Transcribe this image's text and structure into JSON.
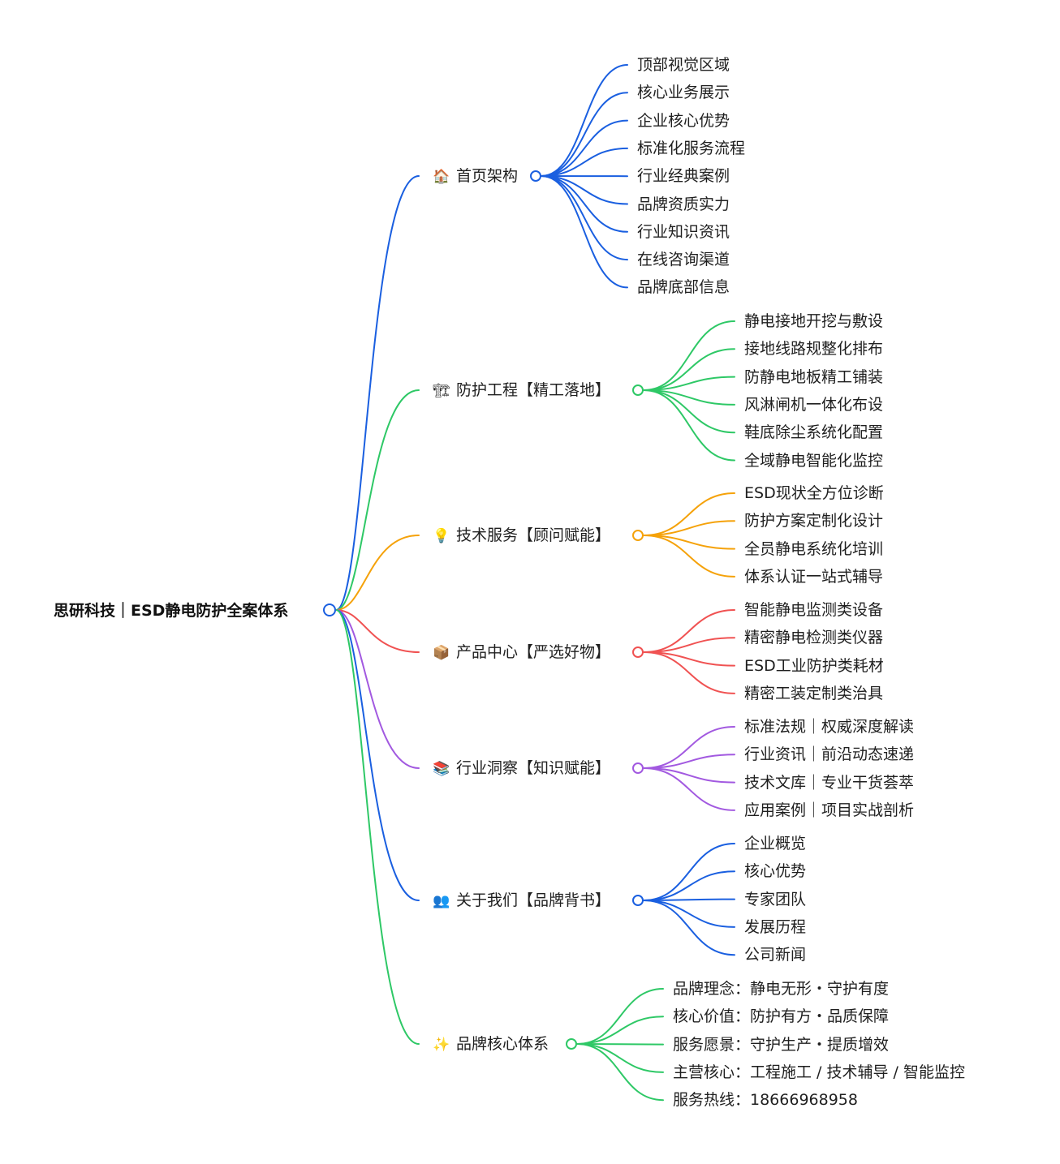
{
  "root": {
    "title": "思研科技｜ESD静电防护全案体系",
    "color": "#1a5fe0"
  },
  "branches": [
    {
      "icon": "house-icon",
      "emoji": "🏠",
      "label": "首页架构",
      "color": "#1a5fe0",
      "children": [
        "顶部视觉区域",
        "核心业务展示",
        "企业核心优势",
        "标准化服务流程",
        "行业经典案例",
        "品牌资质实力",
        "行业知识资讯",
        "在线咨询渠道",
        "品牌底部信息"
      ]
    },
    {
      "icon": "construction-icon",
      "emoji": "🏗",
      "label": "防护工程【精工落地】",
      "color": "#2ec866",
      "children": [
        "静电接地开挖与敷设",
        "接地线路规整化排布",
        "防静电地板精工铺装",
        "风淋闸机一体化布设",
        "鞋底除尘系统化配置",
        "全域静电智能化监控"
      ]
    },
    {
      "icon": "lightbulb-icon",
      "emoji": "💡",
      "label": "技术服务【顾问赋能】",
      "color": "#f5a20a",
      "children": [
        "ESD现状全方位诊断",
        "防护方案定制化设计",
        "全员静电系统化培训",
        "体系认证一站式辅导"
      ]
    },
    {
      "icon": "package-icon",
      "emoji": "📦",
      "label": "产品中心【严选好物】",
      "color": "#f05252",
      "children": [
        "智能静电监测类设备",
        "精密静电检测类仪器",
        "ESD工业防护类耗材",
        "精密工装定制类治具"
      ]
    },
    {
      "icon": "books-icon",
      "emoji": "📚",
      "label": "行业洞察【知识赋能】",
      "color": "#a259e0",
      "children": [
        "标准法规｜权威深度解读",
        "行业资讯｜前沿动态速递",
        "技术文库｜专业干货荟萃",
        "应用案例｜项目实战剖析"
      ]
    },
    {
      "icon": "people-icon",
      "emoji": "👥",
      "label": "关于我们【品牌背书】",
      "color": "#1a5fe0",
      "children": [
        "企业概览",
        "核心优势",
        "专家团队",
        "发展历程",
        "公司新闻"
      ]
    },
    {
      "icon": "sparkles-icon",
      "emoji": "✨",
      "label": "品牌核心体系",
      "color": "#2ec866",
      "children": [
        "品牌理念：静电无形・守护有度",
        "核心价值：防护有方・品质保障",
        "服务愿景：守护生产・提质增效",
        "主营核心：工程施工 / 技术辅导 / 智能监控",
        "服务热线：18666968958"
      ]
    }
  ]
}
